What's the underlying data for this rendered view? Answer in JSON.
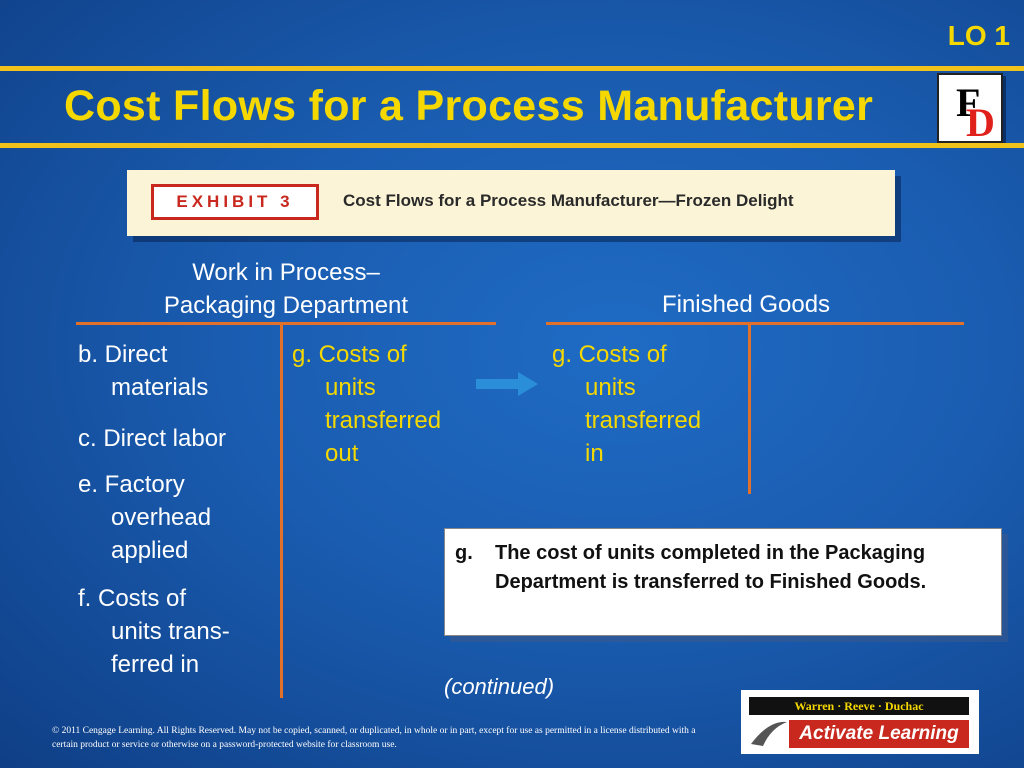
{
  "header": {
    "lo_label": "LO 1",
    "title": "Cost Flows for a Process Manufacturer",
    "logo_letters": {
      "first": "F",
      "second": "D"
    }
  },
  "exhibit": {
    "tag": "EXHIBIT 3",
    "caption": "Cost Flows for a Process Manufacturer—Frozen Delight"
  },
  "wip_account": {
    "heading_line1": "Work in Process–",
    "heading_line2": "Packaging Department",
    "debits": [
      {
        "line1": "b. Direct",
        "line2": "materials"
      },
      {
        "line1": "c. Direct labor"
      },
      {
        "line1": "e. Factory",
        "line2": "overhead",
        "line3": "applied"
      },
      {
        "line1": "f. Costs of",
        "line2": "units trans-",
        "line3": "ferred in"
      }
    ],
    "credit": {
      "line1": "g. Costs of",
      "line2": "units",
      "line3": "transferred",
      "line4": "out"
    }
  },
  "fg_account": {
    "heading": "Finished Goods",
    "debit": {
      "line1": "g. Costs of",
      "line2": "units",
      "line3": "transferred",
      "line4": "in"
    }
  },
  "colors": {
    "accent_yellow": "#f5d800",
    "t_account_line": "#e0702a",
    "arrow": "#2a8fd8",
    "background": "#1a5cb0"
  },
  "note": {
    "letter": "g.",
    "text": "The cost of units completed in the Packaging Department is transferred to Finished Goods."
  },
  "footer": {
    "continued": "(continued)",
    "copyright": "© 2011 Cengage Learning. All Rights Reserved. May not be copied, scanned, or duplicated, in whole or in part, except for use as permitted in a license distributed with a certain product or service or otherwise on a password-protected website for classroom use.",
    "badge_top": "Warren · Reeve · Duchac",
    "badge_bottom": "Activate Learning"
  }
}
